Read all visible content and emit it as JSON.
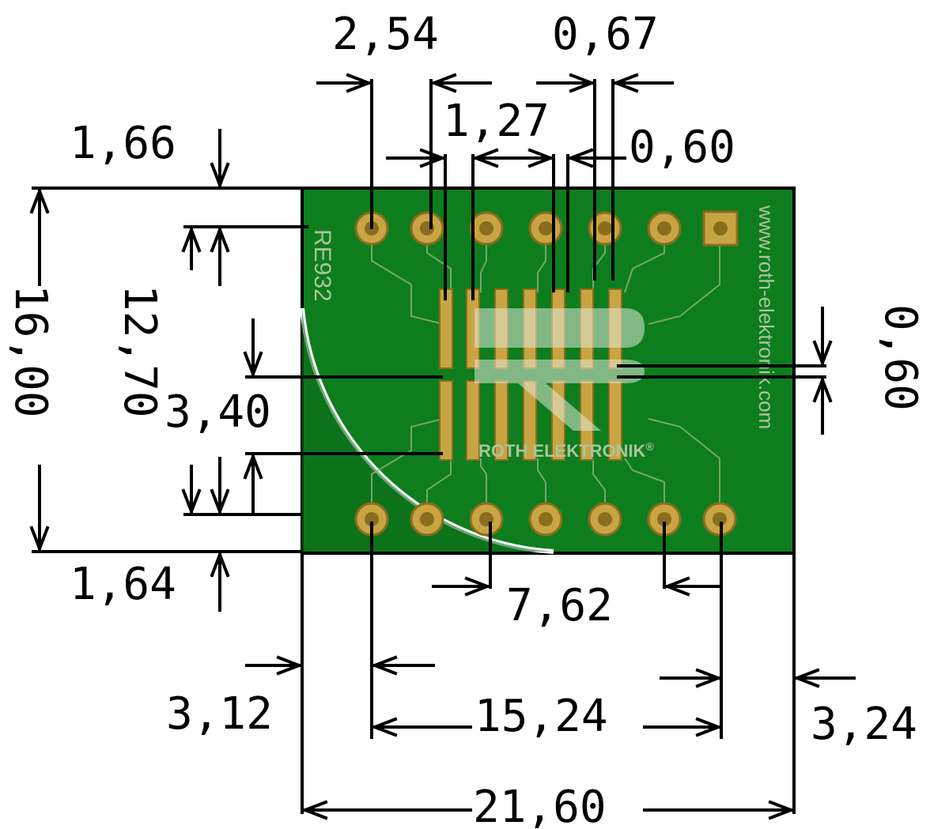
{
  "colors": {
    "board": "#0e7d1e",
    "board_edge": "#0a5a14",
    "pad_gold": "#c9a443",
    "pad_ring": "#8a6d1e",
    "silk": "#a9c59a",
    "lines": "#000000"
  },
  "board": {
    "part_number": "RE932",
    "url": "www.roth-elektronik.com",
    "brand": "ROTH ELEKTRONIK",
    "registered": "®"
  },
  "dimensions": {
    "pitch_dip": "2,54",
    "pad_width_right": "0,67",
    "pitch_smd": "1,27",
    "pad_width": "0,60",
    "top_margin": "1,66",
    "board_height": "16,00",
    "row_spacing": "12,70",
    "smd_height": "3,40",
    "smd_gap": "0,60",
    "bottom_margin": "1,64",
    "row_width": "7,62",
    "left_margin": "3,12",
    "pin_span": "15,24",
    "right_margin": "3,24",
    "board_width": "21,60"
  }
}
